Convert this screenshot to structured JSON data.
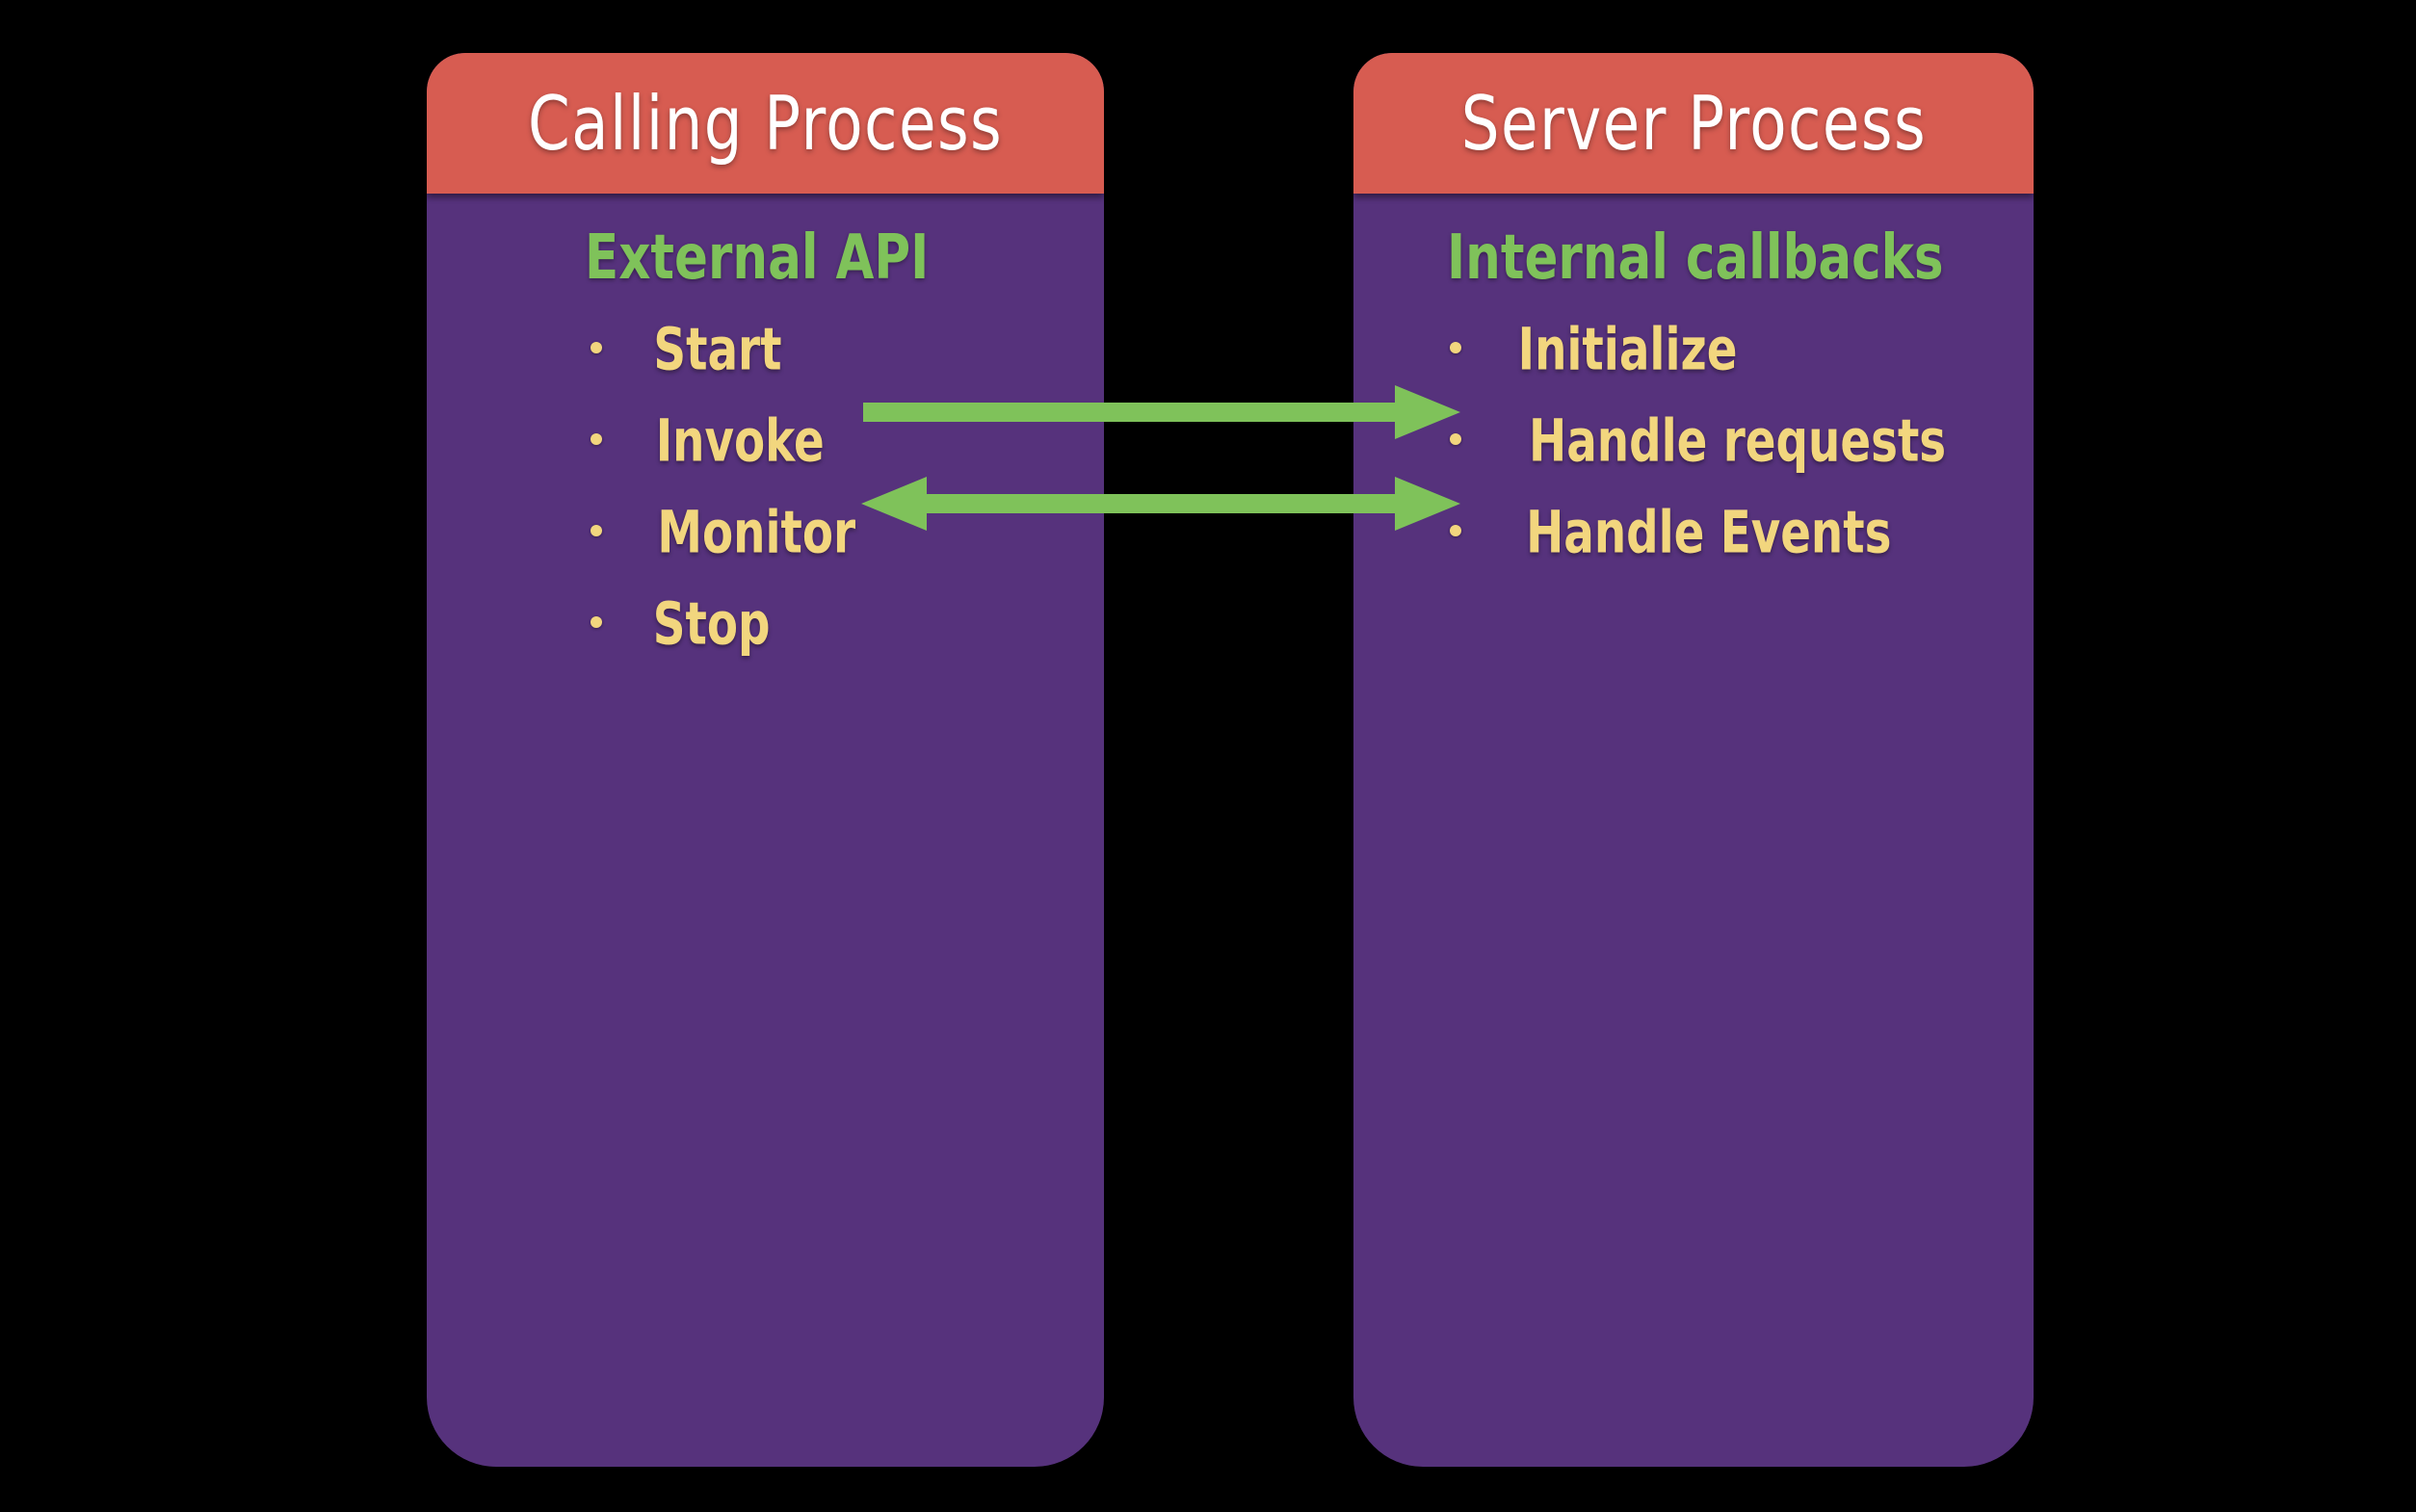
{
  "slide": {
    "background_color": "#000000",
    "panel_body_color": "#56327C",
    "panel_header_color": "#D75C51",
    "heading_color": "#7FC25A",
    "bullet_color": "#F2D67E",
    "arrow_color": "#7FC25A",
    "title_color": "#FFFFFF"
  },
  "panels": [
    {
      "title": "Calling Process",
      "heading": "External API",
      "bullets": [
        "Start",
        "Invoke",
        "Monitor",
        "Stop"
      ]
    },
    {
      "title": "Server Process",
      "heading": "Internal callbacks",
      "bullets": [
        "Initialize",
        "Handle requests",
        "Handle Events"
      ]
    }
  ],
  "arrows": [
    {
      "name": "request-arrow",
      "direction": "right",
      "from": "Start",
      "to": "Initialize",
      "heads": 1
    },
    {
      "name": "invoke-response-arrow",
      "direction": "both",
      "from": "Invoke",
      "to": "Handle requests",
      "heads": 2
    }
  ]
}
